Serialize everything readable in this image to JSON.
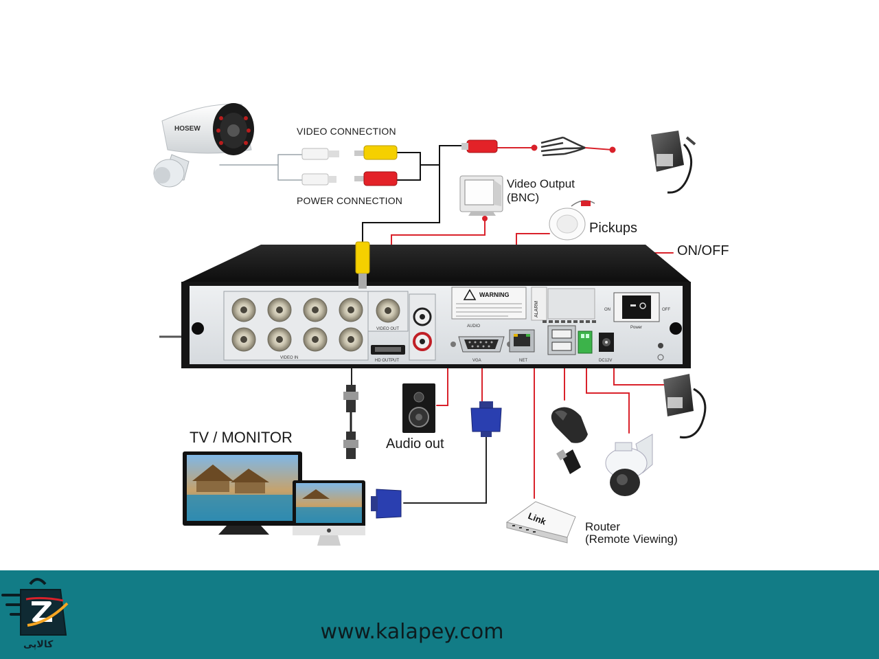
{
  "diagram": {
    "labels": {
      "video_connection": "VIDEO CONNECTION",
      "power_connection": "POWER CONNECTION",
      "video_output": "Video Output",
      "video_output_bnc": "(BNC)",
      "pickups": "Pickups",
      "on_off": "ON/OFF",
      "tv_monitor": "TV / MONITOR",
      "audio_out": "Audio out",
      "router": "Router",
      "router_sub": "(Remote Viewing)",
      "warning": "WARNING",
      "camera_brand": "HOSEW",
      "router_brand": "Link",
      "panel_video_in": "VIDEO IN",
      "panel_video_out": "VIDEO OUT",
      "panel_hd_output": "HD OUTPUT",
      "panel_audio": "AUDIO",
      "panel_vga": "VGA",
      "panel_net": "NET",
      "panel_alarm": "ALARM",
      "panel_power": "Power",
      "panel_on": "ON",
      "panel_off": "OFF",
      "panel_dc": "DC12V"
    },
    "colors": {
      "dvr_body": "#1c1c1c",
      "panel": "#e4e7ea",
      "cable_red": "#d9212a",
      "cable_black": "#111111",
      "footer": "#127c86"
    }
  },
  "footer": {
    "url": "www.kalapey.com",
    "brand": "کالاپی",
    "logo_icon": "shopping-bag-logo-icon"
  }
}
